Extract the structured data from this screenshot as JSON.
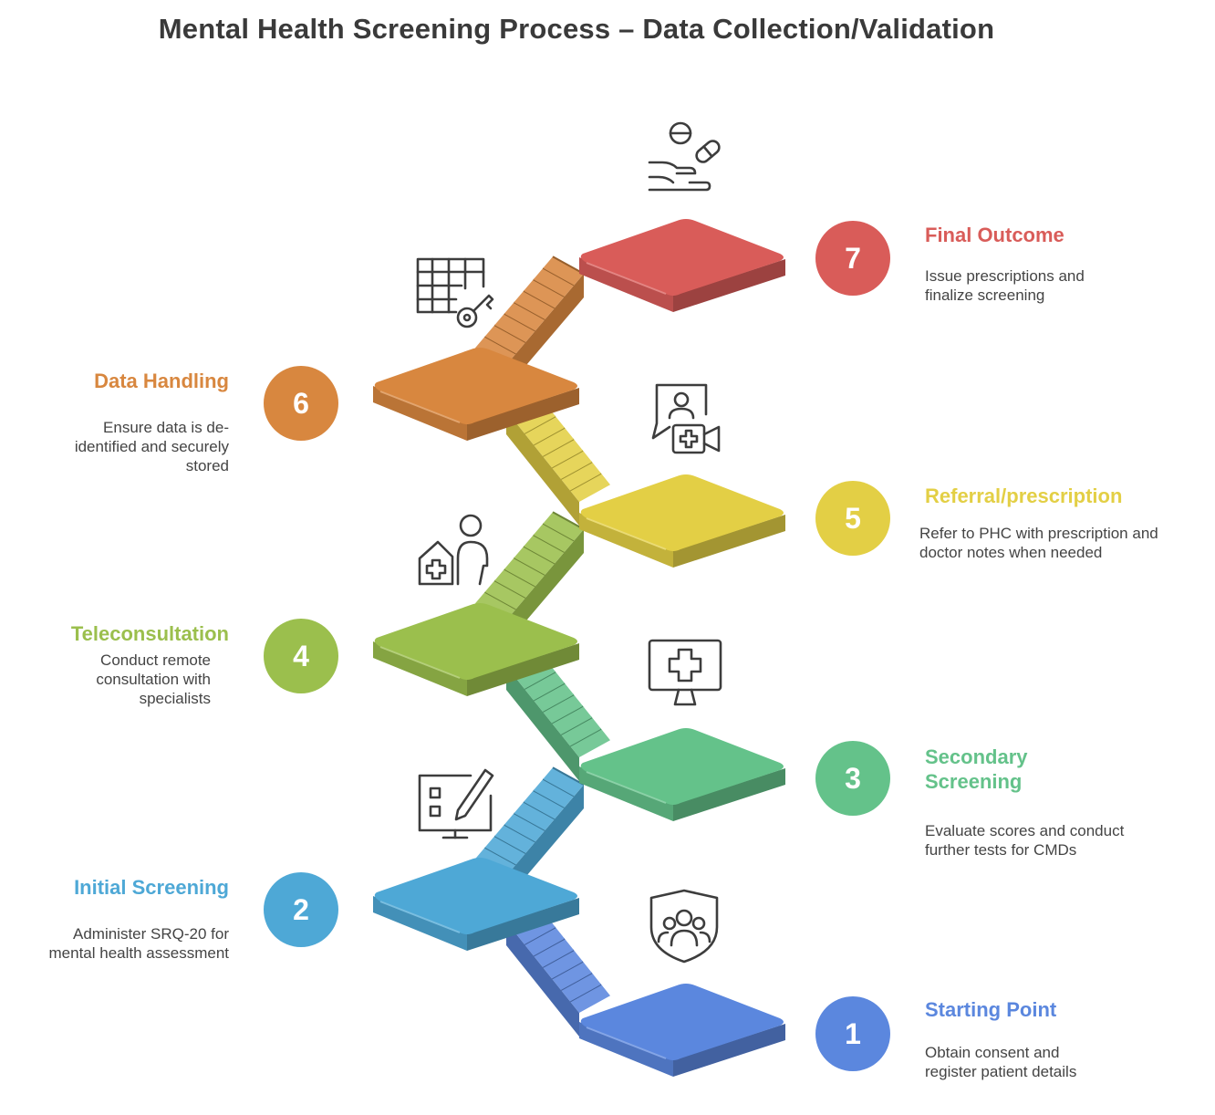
{
  "title": "Mental Health Screening Process – Data Collection/Validation",
  "colors": {
    "step1": "#5b87de",
    "step2": "#4ea8d6",
    "step3": "#64c28a",
    "step4": "#9bbf4d",
    "step5": "#e3cf45",
    "step6": "#d8873f",
    "step7": "#d95c59"
  },
  "steps": [
    {
      "number": "1",
      "title": "Starting Point",
      "description": "Obtain consent and register patient details",
      "icon": "group-shield-icon"
    },
    {
      "number": "2",
      "title": "Initial Screening",
      "description": "Administer SRQ-20 for mental health assessment",
      "icon": "checklist-pen-monitor-icon"
    },
    {
      "number": "3",
      "title": "Secondary Screening",
      "description": "Evaluate scores and conduct further tests for  CMDs",
      "icon": "medical-monitor-icon"
    },
    {
      "number": "4",
      "title": "Teleconsultation",
      "description": "Conduct remote consultation with specialists",
      "icon": "clinic-person-icon"
    },
    {
      "number": "5",
      "title": "Referral/prescription",
      "description": "Refer to PHC with prescription and doctor notes when needed",
      "icon": "doctor-video-icon"
    },
    {
      "number": "6",
      "title": "Data Handling",
      "description": "Ensure data is de-identified and securely stored",
      "icon": "table-key-icon"
    },
    {
      "number": "7",
      "title": "Final Outcome",
      "description": "Issue prescriptions and finalize screening",
      "icon": "hand-pills-icon"
    }
  ]
}
